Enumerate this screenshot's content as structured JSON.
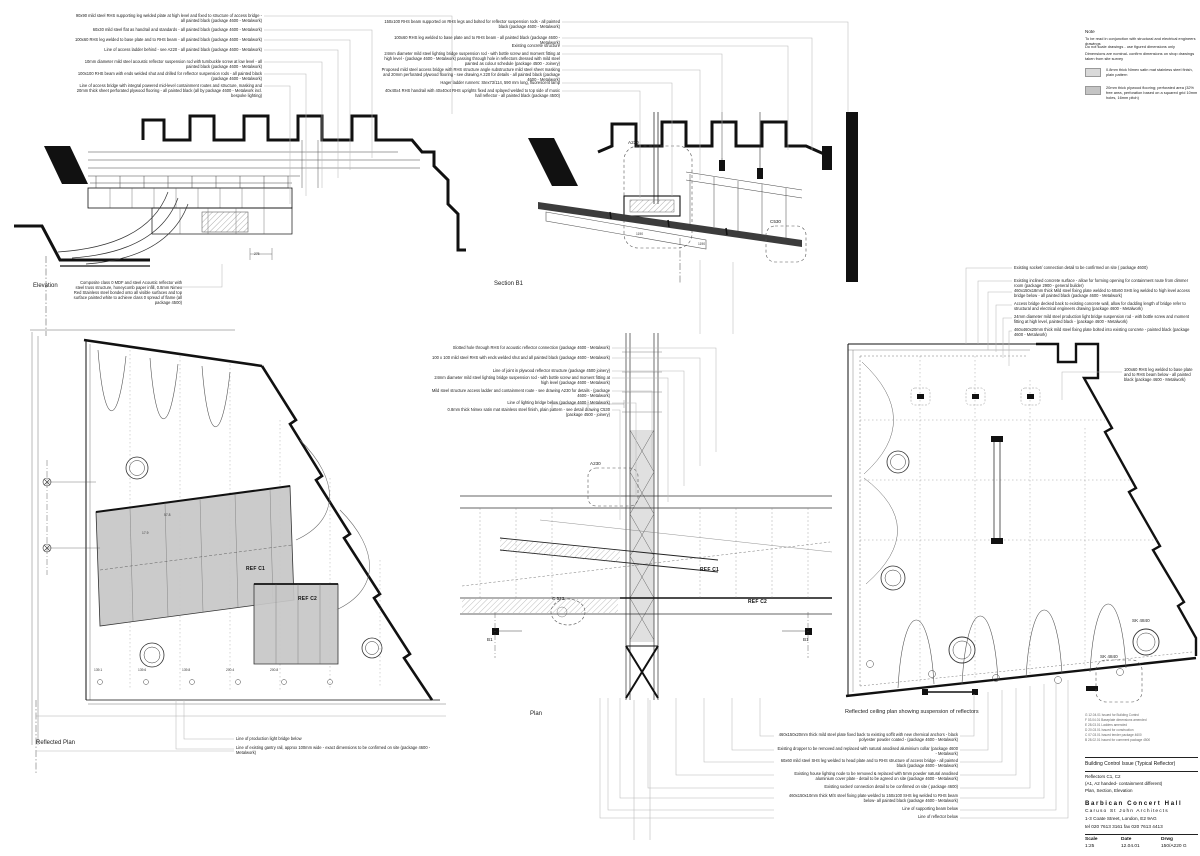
{
  "sheet": {
    "notes": {
      "title": "Note",
      "lines": [
        "To be read in conjunction with structural and electrical engineers drawings",
        "Do not scale drawings - use figured dimensions only",
        "Dimensions are nominal- confirm dimensions on shop drawings taken from site survey"
      ],
      "legend": [
        {
          "name": "stainless-steel-finish",
          "color": "#d9d9d9",
          "text": "0.8mm thick Nimex satin mat stainless steel finish, plain pattern"
        },
        {
          "name": "perforated-plywood",
          "color": "#c4c4c4",
          "text": "20mm thick plywood flooring; perforated area (32% free area, perforation based on a squared grid 10mm holes, 16mm pitch)"
        }
      ]
    },
    "revisions": [
      "G 12.04.01 Issued for Building Control",
      "F 03.04.01 Baseplate dimensions amended",
      "E 28.03.01 Ladders amended",
      "D 20.03.01 Issued for construction",
      "C 07.03.01 Issued tender package 4600",
      "B 28.02.01 Issued for comment package 4500"
    ],
    "titleblock": {
      "issue": "Building Control Issue (Typical Reflector)",
      "subject1": "Reflectors C1, C2",
      "subject2": "(A1, A2 handed- containment different)",
      "subject3": "Plan, Section,  Elevation",
      "practice": "Barbican Concert Hall",
      "firm": "Caruso St John Architects",
      "address": "1-3 Coate Street, London, E2 9AG",
      "phone": "tel 020 7613 3161  fax 020 7613 4413",
      "scale_label": "Scale",
      "date_label": "Date",
      "drwg_label": "Drwg",
      "scale": "1:25",
      "date": "12.04.01",
      "number": "150/A220 G"
    }
  },
  "views": {
    "elevation": {
      "caption": "Elevation",
      "note": "Composite class 0 MDF and steel Acoustic reflector with steel truss structure, honeycomb paper infill, 0.8mm Nimex Red Stainless steel bonded onto all visible surfaces and top surface painted white to achieve class 0 spread of flame (all package 4500)",
      "dims": [
        "275"
      ],
      "annotations": [
        "90x90 mild steel RHS supporting leg welded plate at high level and fixed to structure of access bridge - all painted black (package 4600 - Metalwork)",
        "60x30 mild steel flat as handrail and standards - all painted black (package 4600 - Metalwork)",
        "100x60 RHS leg welded to base plate and to RHS beam - all painted black (package 4600 - Metalwork)",
        "Line of access ladder behind - see A220 - all painted black (package 4600 - Metalwork)",
        "10mm diameter mild steel acoustic reflector suspension rod with turnbuckle screw at low level - all painted black (package 4600 - Metalwork)",
        "100x100 RHS beam with ends welded shut and drilled for reflector suspension rods - all painted black (package 4600 - Metalwork)",
        "Line of access bridge with integral powered mid-level containment routes and structure, masking and 20mm thick sheet perforated plywood flooring - all painted black (all by package 4600 - Metalwork incl. bespoke lighting)"
      ]
    },
    "section": {
      "caption": "Section B1",
      "tags": {
        "a230": "A230",
        "c530": "C530"
      },
      "dims": [
        "1190",
        "1190"
      ],
      "annotations": [
        "150x100 RHS beam supported on RHS legs and bolted for reflector suspension rods - all painted black (package 4600 - Metalwork)",
        "100x60 RHS leg welded to base plate and to RHS beam - all painted black (package 4600 - Metalwork)",
        "Existing concrete structure",
        "24mm diameter mild steel lighting bridge suspension rod - with bottle screw and moment fitting at high level - (package 4600 - Metalwork) passing through hole in reflectors dressed with mild steel painted as colour schedule (package 4500 - Joinery)",
        "Proposed mild steel access bridge with RHS structure angle substructure mild steel sheet masking and 20mm perforated plywood flooring - see drawing A 220 for details - all painted black (package 4600 - Metalwork)",
        "Hager ladder runners: Stex73/114, 590 mm long, fluorescent lamp",
        "40x40x4 RHS handrail with 40x40x4 RHS uprights fixed and splayed welded to top side of music hall reflector - all painted black (package 4500)"
      ]
    },
    "reflected_plan": {
      "caption": "Reflected Plan",
      "labels": {
        "ref_c1": "REF C1",
        "ref_c2": "REF C2"
      },
      "dims": [
        "139.1",
        "139.6",
        "139.8",
        "200.4",
        "200.8"
      ],
      "panel_dims": [
        "57.8",
        "17.9"
      ],
      "annotations": [
        "Line of production light bridge below",
        "Line of existing gantry rail, approx 100mm wide - exact dimensions to be confirmed on site (package 4600 - Metalwork)"
      ]
    },
    "plan": {
      "caption": "Plan",
      "labels": {
        "ref_c1": "REF C1",
        "ref_c2": "REF C2",
        "c523": "C 523",
        "a230": "A230",
        "b1_left": "B1",
        "b1_right": "B1"
      },
      "annotations": [
        "Slotted hole through RHS for acoustic reflector connection (package 4600 - Metalwork)",
        "100 x 100 mild steel RHS with ends welded shut and all painted black (package 4600 - Metalwork)",
        "Line of joint in plywood reflector structure (package 4500 joinery)",
        "24mm diameter mild steel lighting bridge suspension rod - with bottle screw and moment fitting at high level (package 4600 - Metalwork)",
        "Mild steel structure access ladder and containment route - see drawing A230 for details - (package 4600 - Metalwork)",
        "Line of lighting bridge below (package 4600 - Metalwork)",
        "0.8mm thick Nimex satin mat stainless steel finish, plain pattern - see detail drawing C530 (package 4500 - joinery)"
      ]
    },
    "rcp": {
      "caption": "Reflected ceiling plan showing suspension of reflectors",
      "labels": {
        "sk1": "SK 4840",
        "sk2": "SK 4840"
      },
      "annotations_right": [
        "Existing socket/ connection detail to be confirmed on site ( package 4600)",
        "Existing inclined concrete surface - allow for forming opening for containment route from dimmer room (package 2900 - general builder)",
        "460x150x18mm thick Mild steel fixing plate welded to 60x60 SHS leg welded to high level access bridge below - all painted black (package 4600 - Metalwork)",
        "Access bridge decked back to existing concrete wall, allow for cladding length of bridge refer to structural and electrical engineers drawing (package 4600 - Metalwork)",
        "24mm diameter mild steel production light bridge suspension rod - with bottle screw and moment fitting at high level, painted black - (package 4600 - Metalwork)",
        "460x460x20mm thick mild steel fixing plate bolted into existing concrete - painted black (package 4600 - Metalwork)",
        "100x60 RHS leg welded to base plate and to RHS beam below - all painted black (package 4600 - Metalwork)"
      ],
      "annotations_bottom": [
        "460x150x20mm thick mild steel plate fixed back to existing soffit with new chemical anchors - black polyester powder coated - (package 4600 - Metalwork)",
        "Existing dropper to be removed and replaced with natural anodised aluminium collar (package 4600 - Metalwork)",
        "60x60 mild steel SHS leg welded to head plate and to RHS structure of access bridge - all painted black (package 4600 - Metalwork)",
        "Existing house lighting node to be removed & replaced with 5mm powder natural anodised aluminium cover plate - detail to be agreed on site (package 4600 - Metalwork)",
        "Existing socket/ connection detail to be confirmed on site ( package 4600)",
        "460x150x10mm thick M/S steel fixing plate welded to 150x100 SHS leg welded to RHS beam below- all painted black (package 4600 - Metalwork)",
        "Line of supporting beam below",
        "Line of reflector below"
      ]
    }
  }
}
